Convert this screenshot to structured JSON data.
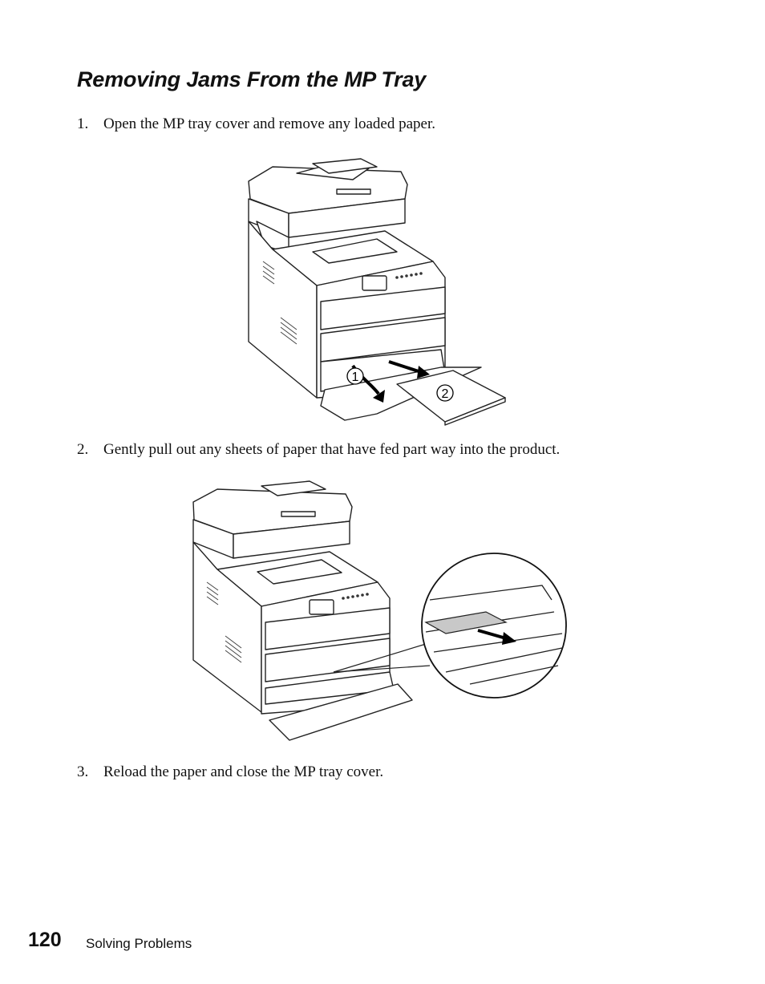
{
  "heading": "Removing Jams From the MP Tray",
  "steps": [
    {
      "num": "1.",
      "text": "Open the MP tray cover and remove any loaded paper."
    },
    {
      "num": "2.",
      "text": "Gently pull out any sheets of paper that have fed part way into the product."
    },
    {
      "num": "3.",
      "text": "Reload the paper and close the MP tray cover."
    }
  ],
  "figure1": {
    "callout1": "1",
    "callout2": "2"
  },
  "footer": {
    "page_number": "120",
    "section": "Solving Problems"
  }
}
